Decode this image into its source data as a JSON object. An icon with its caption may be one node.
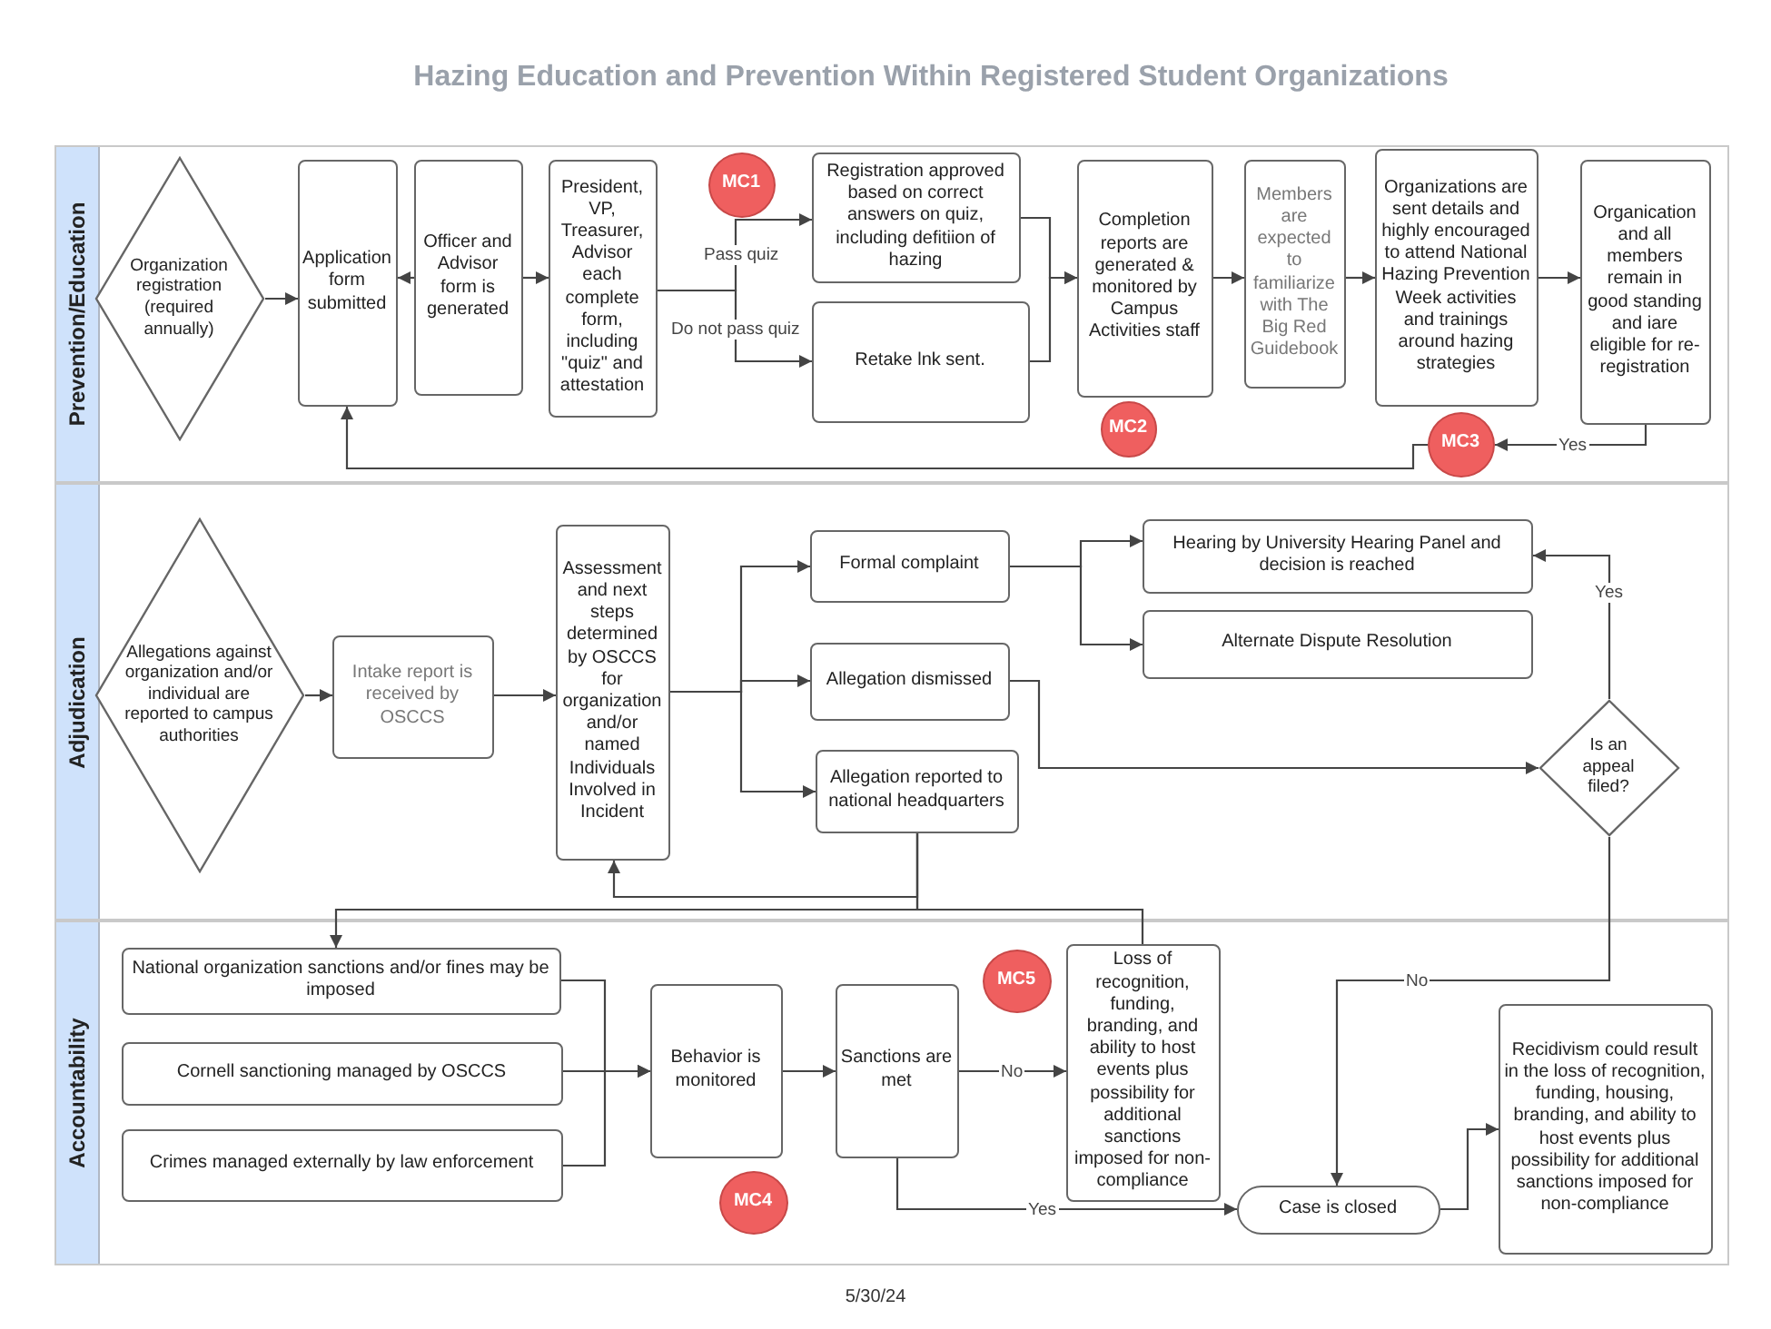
{
  "diagram": {
    "title": "Hazing Education and Prevention Within Registered Student Organizations",
    "nodes": [
      {
        "text": [
          "Prevention/Education"
        ]
      },
      {
        "text": [
          "Organization registration (required annually)"
        ],
        "in": 0
      },
      {
        "text": [
          "Application form submitted"
        ],
        "in": 0
      },
      {
        "text": [
          "Officer and Advisor form is generated"
        ],
        "in": 0
      },
      {
        "text": [
          "President, VP, Treasurer, Advisor each complete form, including \"quiz\" and attestation"
        ],
        "in": 0
      },
      {
        "text": [
          "Registration approved based on correct answers on quiz, including defitiion of hazing"
        ],
        "in": 0
      },
      {
        "text": [
          "Retake lnk sent."
        ],
        "in": 0
      },
      {
        "text": [
          "Completion reports are generated & monitored by Campus Activities staff"
        ],
        "in": 0
      },
      {
        "text": [
          "Members are expected to familiarize with The Big Red Guidebook"
        ],
        "in": 0
      },
      {
        "text": [
          "Organizations are sent details and highly encouraged to attend National Hazing Prevention Week activities and trainings around hazing strategies"
        ],
        "in": 0
      },
      {
        "text": [
          "Organication and all members remain in good standing and iare eligible for re-registration"
        ],
        "in": 0
      },
      {
        "text": [
          "MC1"
        ],
        "in": 0
      },
      {
        "text": [
          "MC2"
        ],
        "in": 0
      },
      {
        "text": [
          "MC3"
        ],
        "in": 0
      },
      {
        "text": [
          "Adjudication"
        ]
      },
      {
        "text": [
          "Allegations against organization and/or individual are reported to campus authorities"
        ],
        "in": 14
      },
      {
        "text": [
          "Intake report is received by OSCCS"
        ],
        "in": 14
      },
      {
        "text": [
          "Assessment and next steps determined by OSCCS for organization and/or named Individuals Involved in Incident"
        ],
        "in": 14
      },
      {
        "text": [
          "Formal complaint"
        ],
        "in": 14
      },
      {
        "text": [
          "Hearing by University Hearing Panel and decision is reached"
        ],
        "in": 14
      },
      {
        "text": [
          "Alternate Dispute Resolution"
        ],
        "in": 14
      },
      {
        "text": [
          "Allegation dismissed"
        ],
        "in": 14
      },
      {
        "text": [
          "Allegation reported to national headquarters"
        ],
        "in": 14
      },
      {
        "text": [
          "Is an appeal filed?"
        ],
        "in": 14
      },
      {
        "text": [
          "Accountability"
        ]
      },
      {
        "text": [
          "National organization sanctions and/or fines may be imposed"
        ],
        "in": 24
      },
      {
        "text": [
          "Cornell sanctioning managed by OSCCS"
        ],
        "in": 24
      },
      {
        "text": [
          "Crimes managed externally by law enforcement"
        ],
        "in": 24
      },
      {
        "text": [
          "Behavior is monitored"
        ],
        "in": 24
      },
      {
        "text": [
          "MC4"
        ],
        "in": 24
      },
      {
        "text": [
          "Sanctions are met"
        ],
        "in": 24
      },
      {
        "text": [
          "MC5"
        ],
        "in": 24
      },
      {
        "text": [
          "Loss of recognition, funding, branding, and ability to host events plus possibility for additional sanctions imposed for non-compliance"
        ],
        "in": 24
      },
      {
        "text": [
          "Case is closed"
        ],
        "in": 24
      },
      {
        "text": [
          "Recidivism could result in the loss of recognition, funding, housing, branding, and ability to host events plus possibility for additional sanctions imposed for non-compliance"
        ],
        "in": 24
      }
    ],
    "edges": [
      {
        "from": 1,
        "to": 2,
        "arrow": "to"
      },
      {
        "from": 3,
        "to": 2,
        "arrow": "to"
      },
      {
        "from": 3,
        "to": 4,
        "arrow": "to"
      },
      {
        "from": 4,
        "to": 5,
        "arrow": "to",
        "label": "Pass quiz"
      },
      {
        "from": 4,
        "to": 6,
        "arrow": "to",
        "label": "Do not pass quiz"
      },
      {
        "from": 5,
        "to": 7,
        "arrow": "to"
      },
      {
        "from": 6,
        "to": 7,
        "arrow": "to"
      },
      {
        "from": 7,
        "to": 8,
        "arrow": "to"
      },
      {
        "from": 8,
        "to": 9,
        "arrow": "to"
      },
      {
        "from": 9,
        "to": 10,
        "arrow": "to"
      },
      {
        "from": 10,
        "to": 13,
        "arrow": "to",
        "label": "Yes"
      },
      {
        "from": 13,
        "to": 2,
        "arrow": "to"
      },
      {
        "from": 15,
        "to": 16,
        "arrow": "to"
      },
      {
        "from": 16,
        "to": 17,
        "arrow": "to"
      },
      {
        "from": 17,
        "to": 18,
        "arrow": "to"
      },
      {
        "from": 17,
        "to": 21,
        "arrow": "to"
      },
      {
        "from": 17,
        "to": 22,
        "arrow": "to"
      },
      {
        "from": 18,
        "to": 19,
        "arrow": "to"
      },
      {
        "from": 18,
        "to": 20,
        "arrow": "to"
      },
      {
        "from": 21,
        "to": 23,
        "arrow": "to"
      },
      {
        "from": 23,
        "to": 19,
        "arrow": "to",
        "label": "Yes"
      },
      {
        "from": 23,
        "to": 33,
        "arrow": "to",
        "label": "No"
      },
      {
        "from": 22,
        "to": 17,
        "arrow": "to"
      },
      {
        "from": 22,
        "to": 25,
        "arrow": "to"
      },
      {
        "from": 22,
        "to": 32,
        "arrow": "none"
      },
      {
        "from": 25,
        "to": 28,
        "arrow": "to"
      },
      {
        "from": 26,
        "to": 28,
        "arrow": "to"
      },
      {
        "from": 27,
        "to": 28,
        "arrow": "to"
      },
      {
        "from": 28,
        "to": 30,
        "arrow": "to"
      },
      {
        "from": 30,
        "to": 32,
        "arrow": "to",
        "label": "No"
      },
      {
        "from": 30,
        "to": 33,
        "arrow": "to",
        "label": "Yes"
      },
      {
        "from": 33,
        "to": 34,
        "arrow": "to"
      }
    ],
    "labels": [
      "5/30/24"
    ]
  }
}
